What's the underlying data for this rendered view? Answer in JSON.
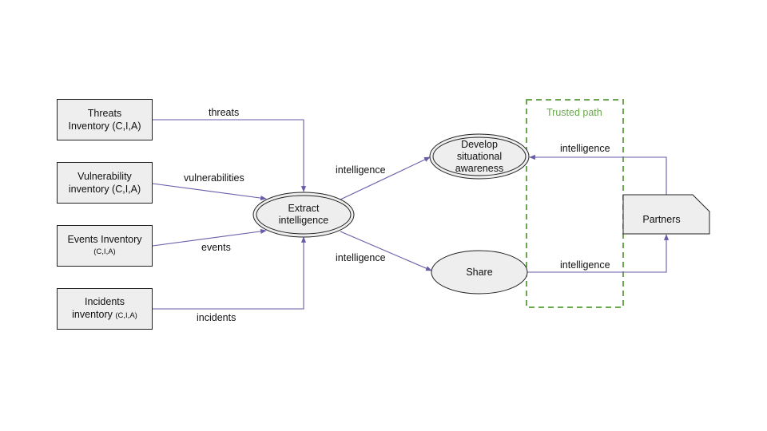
{
  "inventories": {
    "threats": {
      "line1": "Threats",
      "line2": "Inventory (C,I,A)"
    },
    "vulnerability": {
      "line1": "Vulnerability",
      "line2": "inventory (C,I,A)"
    },
    "events": {
      "line1": "Events Inventory",
      "line2": "(C,I,A)"
    },
    "incidents": {
      "line1": "Incidents",
      "line2a": "inventory",
      "line2b": "(C,I,A)"
    }
  },
  "nodes": {
    "extract": {
      "line1": "Extract",
      "line2": "intelligence"
    },
    "develop": {
      "line1": "Develop",
      "line2": "situational",
      "line3": "awareness"
    },
    "share": "Share",
    "partners": "Partners"
  },
  "edges": {
    "threats": "threats",
    "vulnerabilities": "vulnerabilities",
    "events": "events",
    "incidents": "incidents",
    "intel_to_develop": "intelligence",
    "intel_to_share": "intelligence",
    "partners_to_develop": "intelligence",
    "share_to_partners": "intelligence"
  },
  "trusted_path": "Trusted path",
  "colors": {
    "arrow": "#6a5aa8",
    "trusted": "#6aa84f",
    "fill": "#eeeeee",
    "stroke": "#222222"
  }
}
